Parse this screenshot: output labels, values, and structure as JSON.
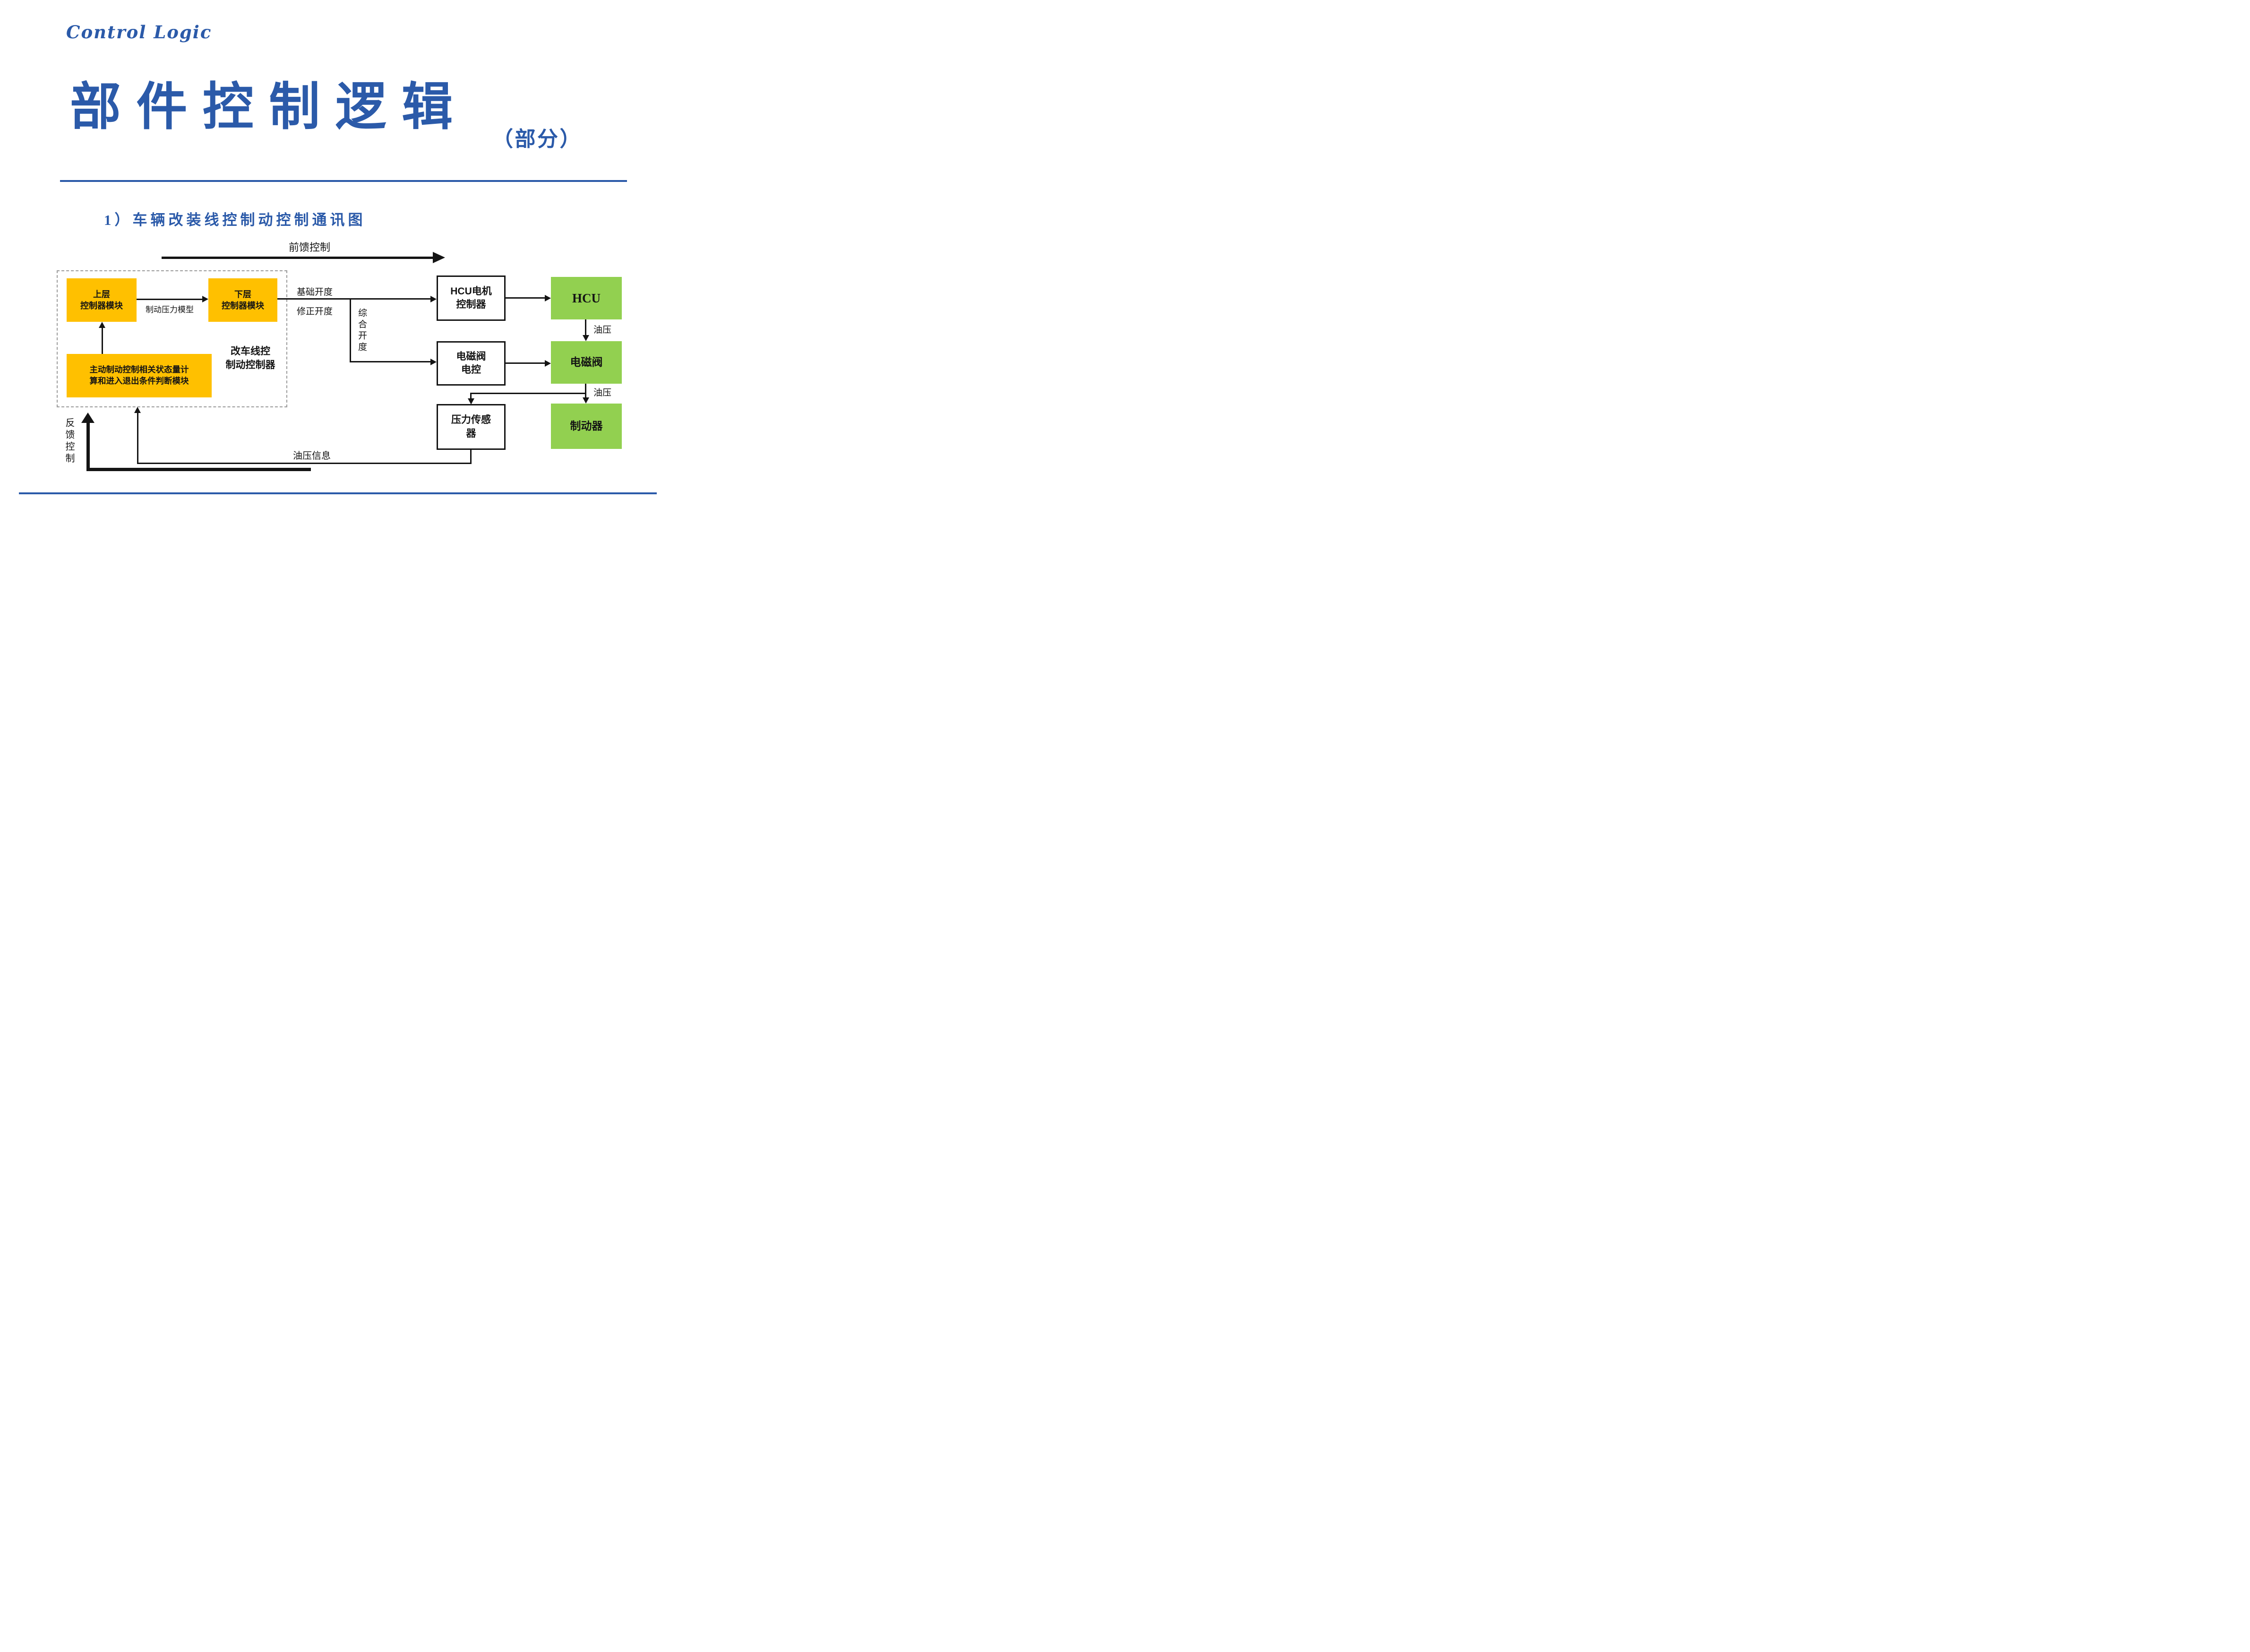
{
  "colors": {
    "blue": "#2b5aa9",
    "orange": "#ffc000",
    "green": "#92d050",
    "ink": "#141414",
    "dash": "#9a9a9a"
  },
  "header": {
    "script_title": "Control Logic",
    "main_title": "部件控制逻辑",
    "subtitle": "（部分）",
    "section_heading": "1）车辆改装线控制动控制通讯图"
  },
  "diagram": {
    "flow_labels": {
      "feedforward": "前馈控制",
      "feedback": "反馈控制",
      "brake_pressure_model": "制动压力模型",
      "base_opening": "基础开度",
      "corrected_opening": "修正开度",
      "combined_opening": "综合开度",
      "oil_pressure_hcu_to_solenoid": "油压",
      "oil_pressure_solenoid_to_brake": "油压",
      "oil_pressure_info": "油压信息"
    },
    "boxes": {
      "upper_controller": "上层\n控制器模块",
      "lower_controller": "下层\n控制器模块",
      "state_calc": "主动制动控制相关状态量计\n算和进入退出条件判断模块",
      "group_label": "改车线控\n制动控制器",
      "hcu_motor_controller": "HCU电机\n控制器",
      "hcu": "HCU",
      "solenoid_valve_control": "电磁阀\n电控",
      "solenoid_valve": "电磁阀",
      "pressure_sensor": "压力传感\n器",
      "brake": "制动器"
    }
  }
}
